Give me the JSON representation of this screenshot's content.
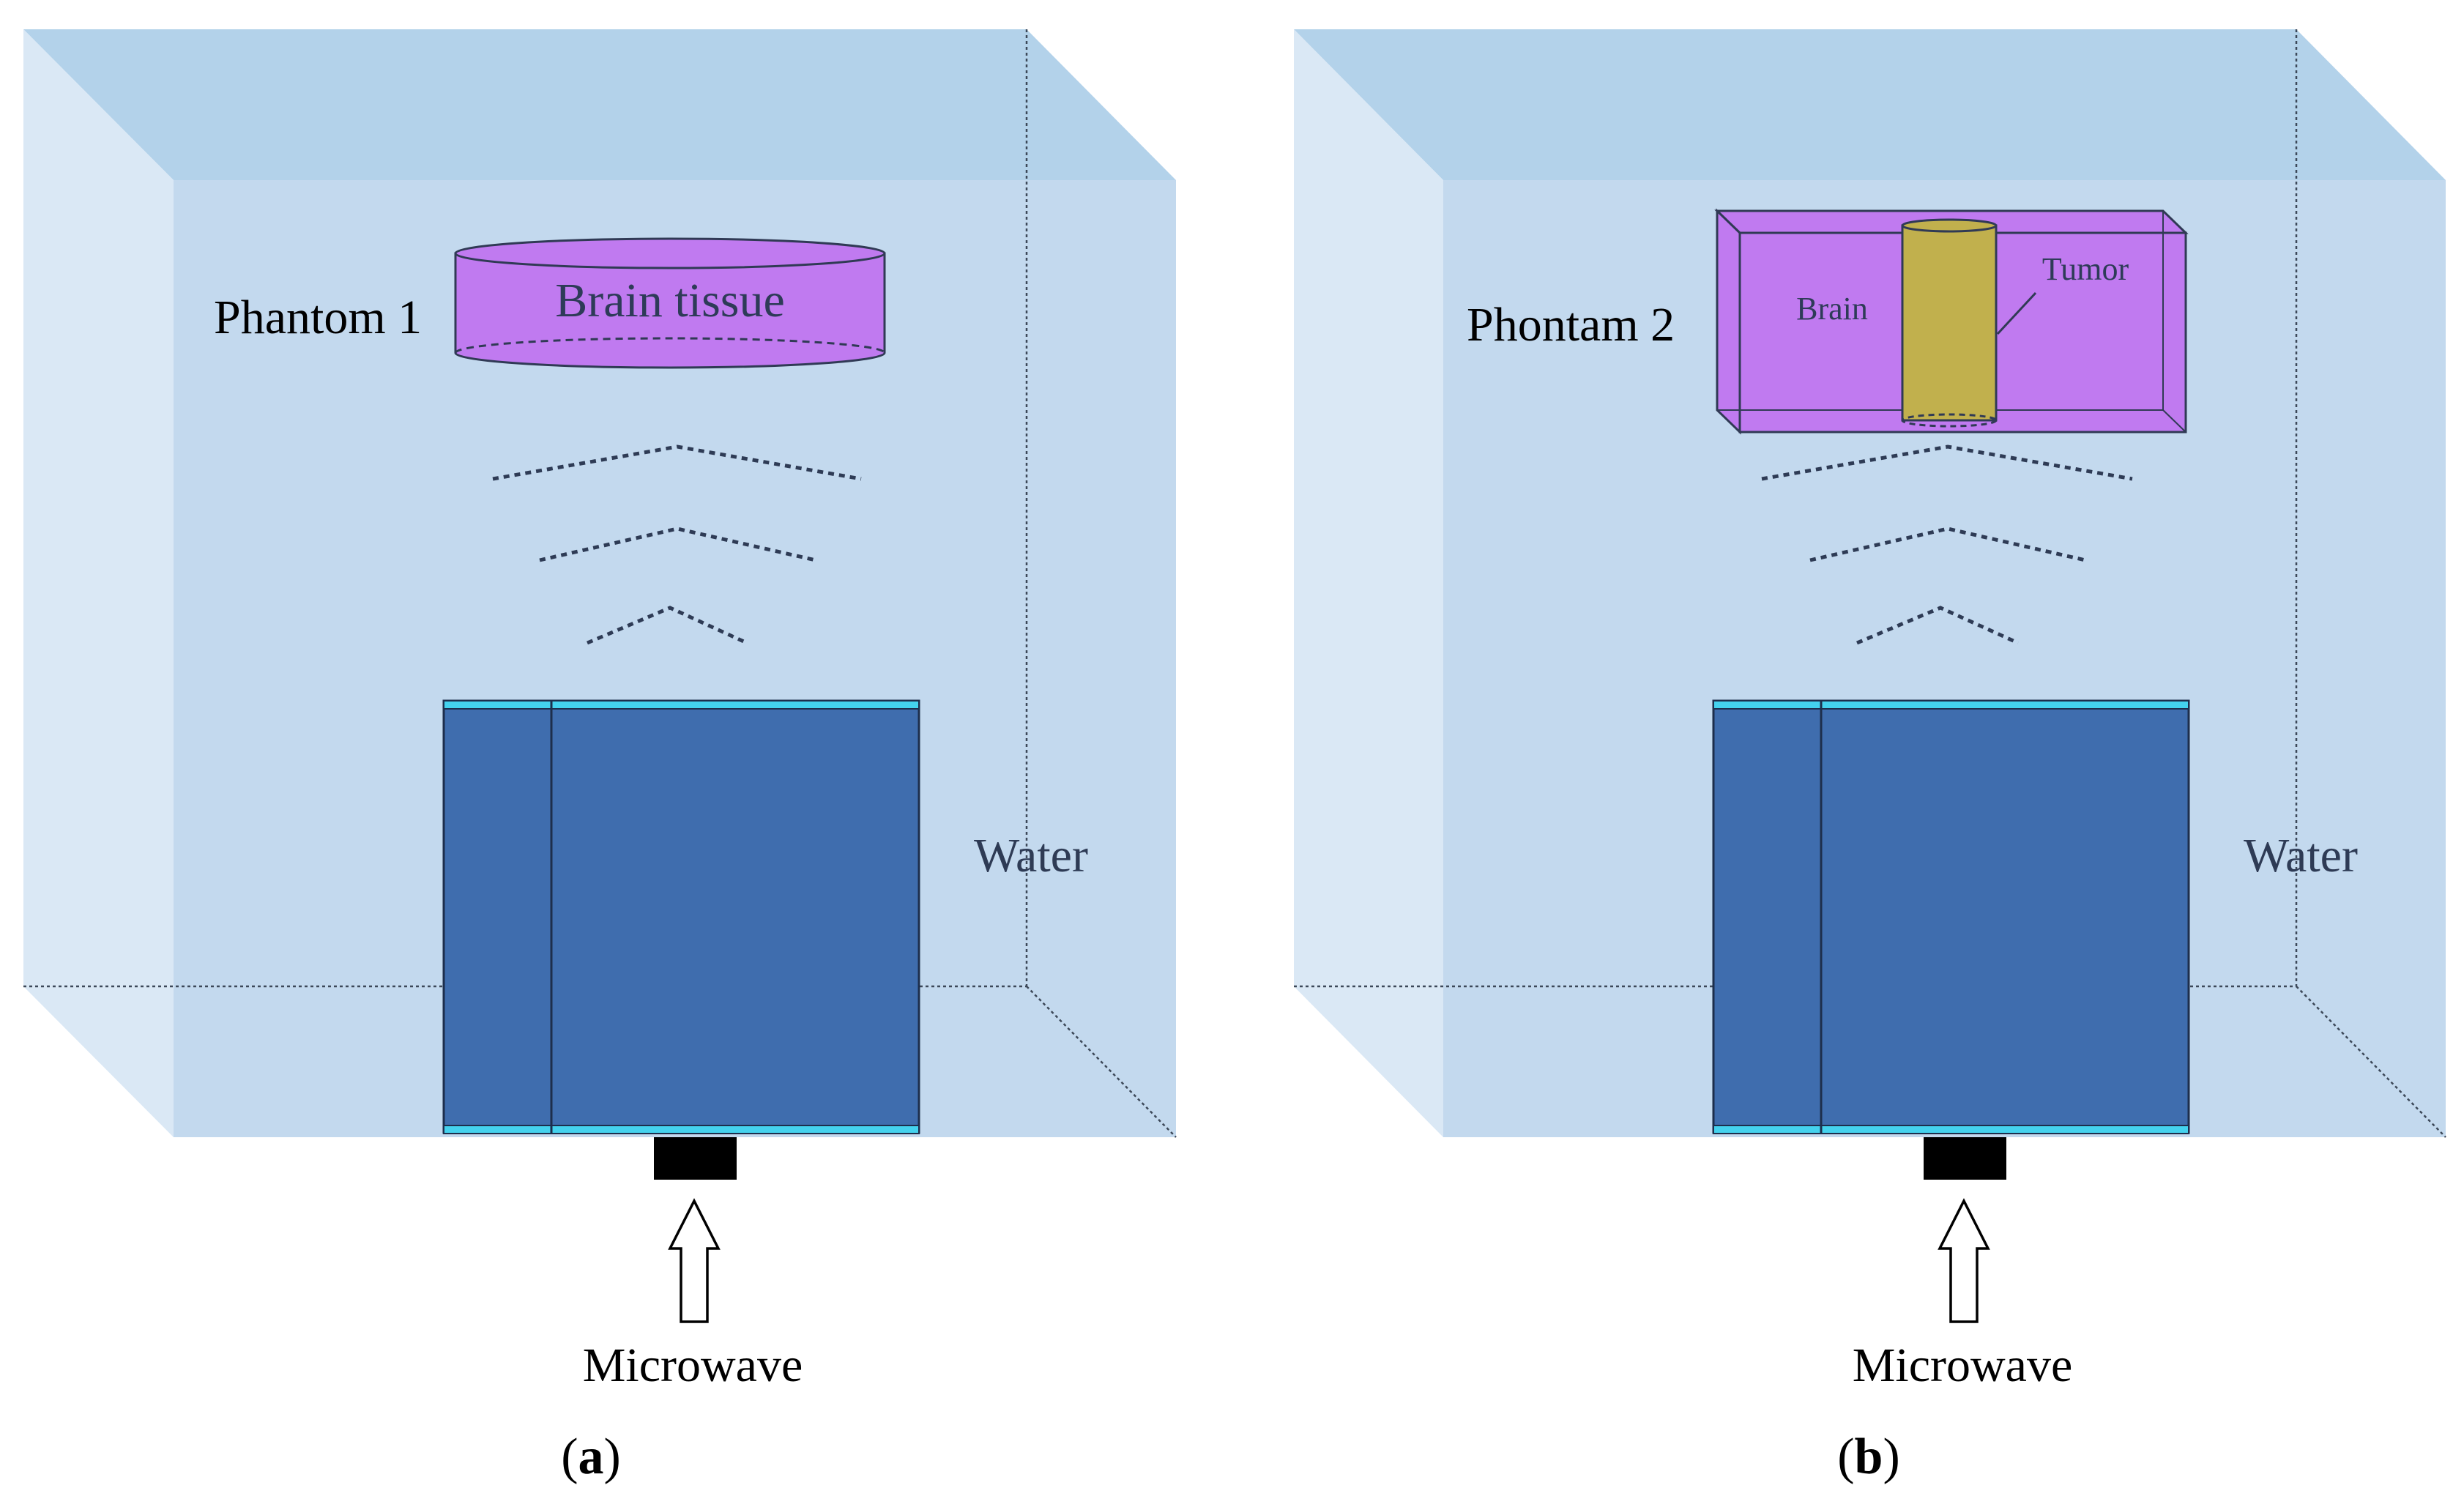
{
  "panels": [
    {
      "phantom_label": "Phantom 1",
      "tissue_label": "Brain tissue",
      "medium_label": "Water",
      "source_label": "Microwave",
      "caption_letter": "a"
    },
    {
      "phantom_label": "Phontam 2",
      "tissue_label": "Brain",
      "tumor_label": "Tumor",
      "medium_label": "Water",
      "source_label": "Microwave",
      "caption_letter": "b"
    }
  ],
  "colors": {
    "water_front": "#c3d9ee",
    "water_top": "#b3d2ea",
    "water_side": "#dae8f5",
    "brain": "#c07af0",
    "tumor": "#c1b04d",
    "antenna": "#3f6dae",
    "antenna_edge": "#44d2ee",
    "port": "#000000"
  }
}
